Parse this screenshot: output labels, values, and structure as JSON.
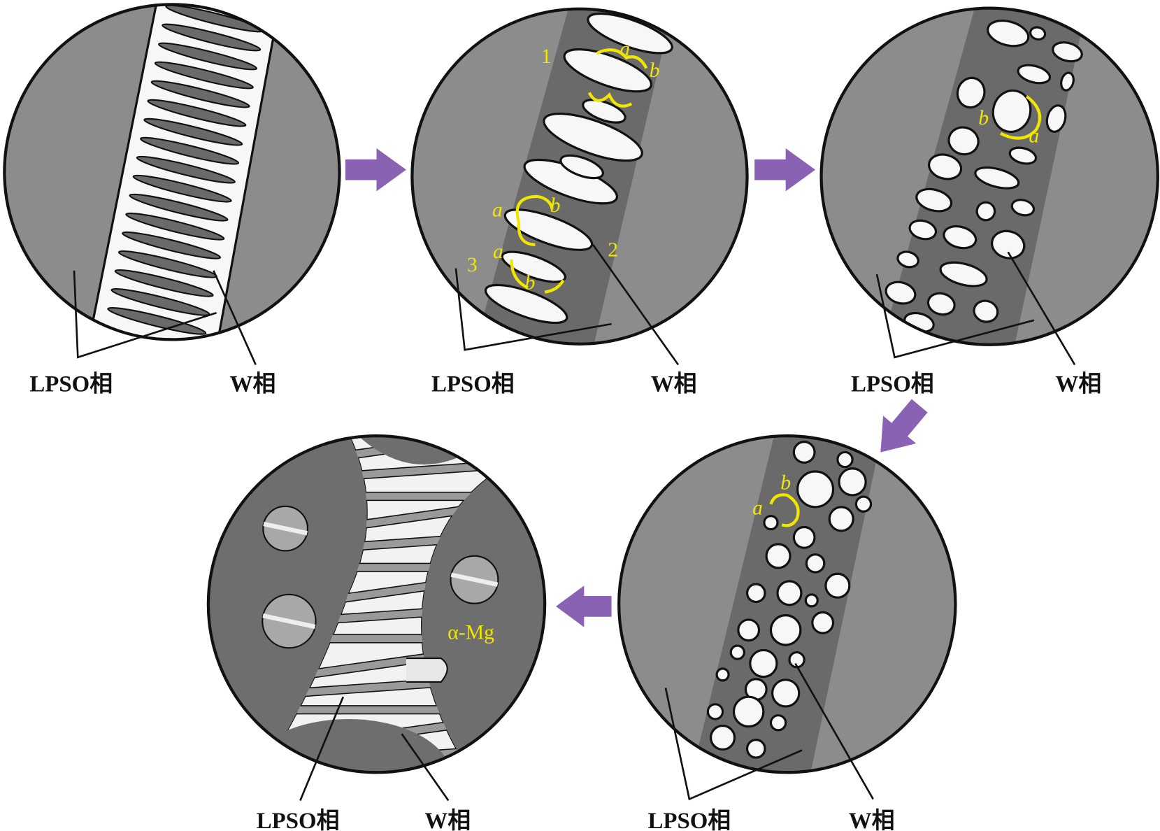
{
  "colors": {
    "matrix": "#8c8c8c",
    "band": "#6a6a6a",
    "particle": "#f7f7f7",
    "outline": "#111111",
    "arrow": "#8a62b4",
    "annotation": "#f2e600"
  },
  "panels": [
    {
      "id": 1,
      "lpso_label": "LPSO相",
      "w_label": "W相"
    },
    {
      "id": 2,
      "lpso_label": "LPSO相",
      "w_label": "W相",
      "annotations": {
        "n1": "1",
        "n2": "2",
        "n3": "3",
        "a": "a",
        "b": "b"
      }
    },
    {
      "id": 3,
      "lpso_label": "LPSO相",
      "w_label": "W相",
      "annotations": {
        "a": "a",
        "b": "b"
      }
    },
    {
      "id": 4,
      "lpso_label": "LPSO相",
      "w_label": "W相",
      "annotations": {
        "a": "a",
        "b": "b"
      }
    },
    {
      "id": 5,
      "lpso_label": "LPSO相",
      "w_label": "W相",
      "annotations": {
        "alpha_mg": "α-Mg"
      }
    }
  ]
}
